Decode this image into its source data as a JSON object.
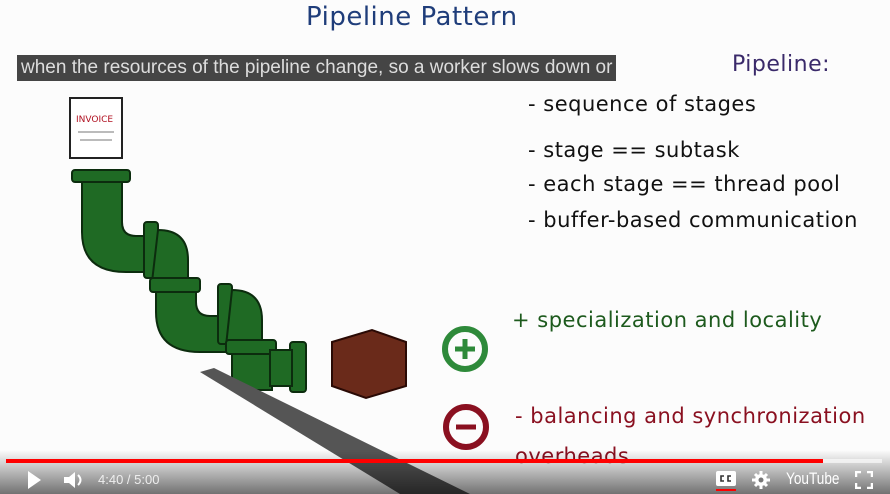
{
  "video": {
    "title": "Pipeline Pattern",
    "heading": "Pipeline:",
    "bullets": [
      "- sequence of stages",
      "- stage == subtask",
      "- each stage == thread pool",
      "- buffer-based communication"
    ],
    "pros": "+ specialization and locality",
    "cons": "- balancing and synchronization overheads",
    "invoice_label": "INVOICE",
    "caption": "when the resources of the pipeline change, so a worker slows down or"
  },
  "player": {
    "current_time": "4:40",
    "duration": "5:00",
    "time_display": "4:40 / 5:00",
    "progress_percent": 93.3,
    "brand": "YouTube",
    "accent": "#ff0000",
    "icons": [
      "play-icon",
      "volume-icon",
      "cc-icon",
      "gear-icon",
      "fullscreen-icon"
    ]
  }
}
